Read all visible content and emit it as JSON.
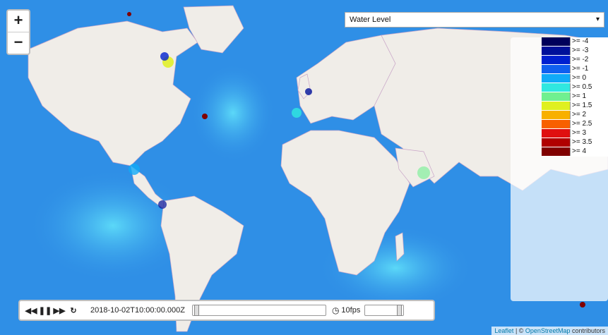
{
  "zoom": {
    "in_label": "+",
    "out_label": "−"
  },
  "layer_select": {
    "selected": "Water Level",
    "arrow": "▾"
  },
  "legend": [
    {
      "label": ">= -4",
      "color": "#00005a"
    },
    {
      "label": ">= -3",
      "color": "#00109a"
    },
    {
      "label": ">= -2",
      "color": "#0020d0"
    },
    {
      "label": ">= -1",
      "color": "#1060f0"
    },
    {
      "label": ">= 0",
      "color": "#10aaf8"
    },
    {
      "label": ">= 0.5",
      "color": "#30e8e0"
    },
    {
      "label": ">= 1",
      "color": "#70f090"
    },
    {
      "label": ">= 1.5",
      "color": "#e0f020"
    },
    {
      "label": ">= 2",
      "color": "#f8b000"
    },
    {
      "label": ">= 2.5",
      "color": "#f86000"
    },
    {
      "label": ">= 3",
      "color": "#e01010"
    },
    {
      "label": ">= 3.5",
      "color": "#b00000"
    },
    {
      "label": ">= 4",
      "color": "#800000"
    }
  ],
  "player": {
    "back": "◀◀",
    "pause": "❚❚",
    "forward": "▶▶",
    "loop": "↻",
    "timestamp": "2018-10-02T10:00:00.000Z",
    "clock_icon": "◷",
    "fps": "10fps"
  },
  "attribution": {
    "leaflet": "Leaflet",
    "sep": " | © ",
    "osm": "OpenStreetMap",
    "suffix": " contributors"
  },
  "colors": {
    "ocean": "#2f8fe6",
    "land": "#f0ede8",
    "border": "#c9a6c8"
  }
}
